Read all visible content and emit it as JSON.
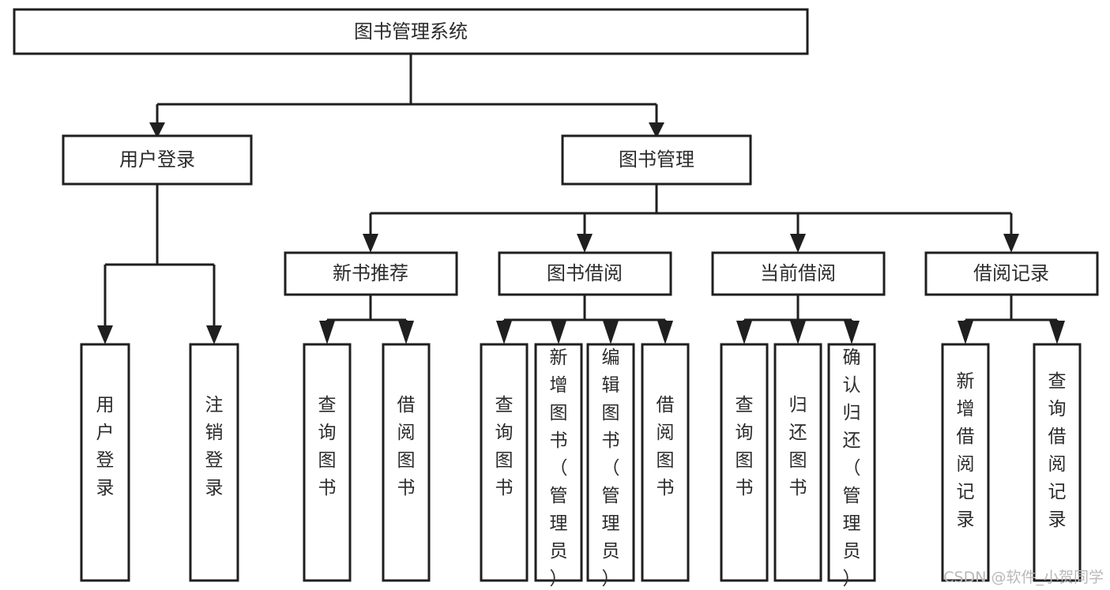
{
  "diagram": {
    "type": "hierarchy-tree",
    "title": "图书管理系统",
    "orientation": "top-down",
    "colors": {
      "box_fill": "#ffffff",
      "box_stroke": "#1f1f1f",
      "text": "#2b2b2b",
      "background": "#ffffff",
      "watermark": "#b9b9b9"
    },
    "root": {
      "label": "图书管理系统",
      "level": 0
    },
    "level1": [
      {
        "label": "用户登录",
        "level": 1
      },
      {
        "label": "图书管理",
        "level": 1
      }
    ],
    "level2": [
      {
        "label": "新书推荐",
        "level": 2,
        "parent": "图书管理"
      },
      {
        "label": "图书借阅",
        "level": 2,
        "parent": "图书管理"
      },
      {
        "label": "当前借阅",
        "level": 2,
        "parent": "图书管理"
      },
      {
        "label": "借阅记录",
        "level": 2,
        "parent": "图书管理"
      }
    ],
    "leaves": [
      {
        "label": "用户登录",
        "parent": "用户登录",
        "group": 0
      },
      {
        "label": "注销登录",
        "parent": "用户登录",
        "group": 0
      },
      {
        "label": "查询图书",
        "parent": "新书推荐",
        "group": 1
      },
      {
        "label": "借阅图书",
        "parent": "新书推荐",
        "group": 1
      },
      {
        "label": "查询图书",
        "parent": "图书借阅",
        "group": 2
      },
      {
        "label": "新增图书（管理员）",
        "parent": "图书借阅",
        "group": 2
      },
      {
        "label": "编辑图书（管理员）",
        "parent": "图书借阅",
        "group": 2
      },
      {
        "label": "借阅图书",
        "parent": "图书借阅",
        "group": 2
      },
      {
        "label": "查询图书",
        "parent": "当前借阅",
        "group": 3
      },
      {
        "label": "归还图书",
        "parent": "当前借阅",
        "group": 3
      },
      {
        "label": "确认归还（管理员）",
        "parent": "当前借阅",
        "group": 3
      },
      {
        "label": "新增借阅记录",
        "parent": "借阅记录",
        "group": 4
      },
      {
        "label": "查询借阅记录",
        "parent": "借阅记录",
        "group": 4
      }
    ]
  },
  "watermark": {
    "text": "CSDN @软件_小贺同学"
  }
}
